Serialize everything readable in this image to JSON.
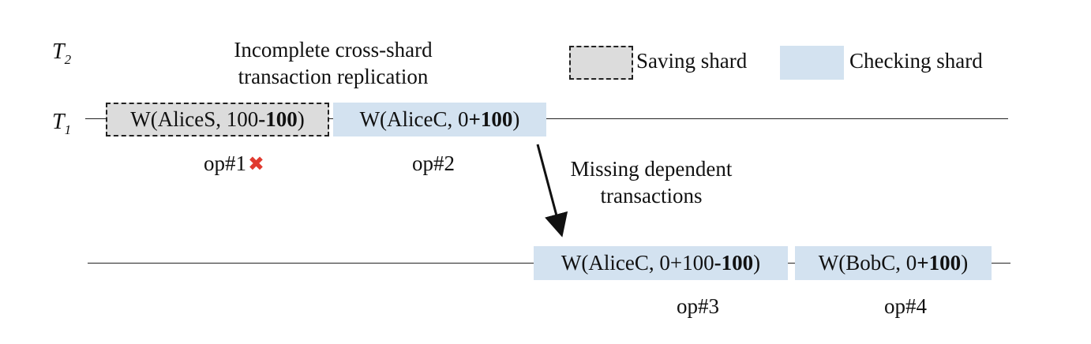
{
  "t2_label": {
    "letter": "T",
    "sub": "2"
  },
  "t1_label": {
    "letter": "T",
    "sub": "1"
  },
  "header_note": {
    "line1": "Incomplete cross-shard",
    "line2": "transaction replication"
  },
  "legend": {
    "saving": "Saving shard",
    "checking": "Checking shard"
  },
  "top_ops": {
    "op1": {
      "prefix": "W(AliceS, 100",
      "bold": "-100",
      "suffix": ")"
    },
    "op2": {
      "prefix": "W(AliceC, 0",
      "bold": "+100",
      "suffix": ")"
    }
  },
  "bottom_ops": {
    "op3": {
      "prefix": "W(AliceC, 0+100",
      "bold": "-100",
      "suffix": ")"
    },
    "op4": {
      "prefix": "W(BobC, 0",
      "bold": "+100",
      "suffix": ")"
    }
  },
  "op_labels": {
    "op1": "op#1",
    "op2": "op#2",
    "op3": "op#3",
    "op4": "op#4"
  },
  "failed_marker": "✖",
  "arrow_note": {
    "line1": "Missing dependent",
    "line2": "transactions"
  },
  "colors": {
    "saving_fill": "#dcdcdc",
    "checking_fill": "#d3e2f0",
    "fail_red": "#e03a2f"
  }
}
